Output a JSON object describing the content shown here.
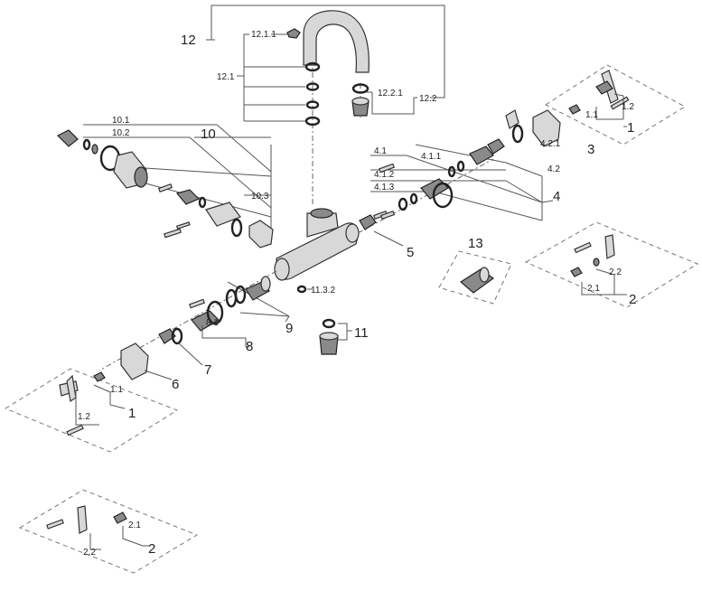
{
  "labels": {
    "l12": "12",
    "l12_1_1": "12.1.1",
    "l12_1": "12.1",
    "l12_2_1": "12.2.1",
    "l12_2": "12.2",
    "l10_1": "10.1",
    "l10_2": "10.2",
    "l10": "10",
    "l10_3": "10.3",
    "l4_1": "4.1",
    "l4_1_1": "4.1.1",
    "l4_1_2": "4.1.2",
    "l4_1_3": "4.1.3",
    "l4_2_1": "4.2.1",
    "l4_2": "4.2",
    "l4": "4",
    "l3": "3",
    "l1_2_tr": "1.2",
    "l1_1_tr": "1.1",
    "l1_tr": "1",
    "l5": "5",
    "l13": "13",
    "l2_2_r": "2.2",
    "l2_1_r": "2.1",
    "l2_r": "2",
    "l11_3_2": "11.3.2",
    "l9": "9",
    "l11": "11",
    "l8_1": "8.1",
    "l8": "8",
    "l7": "7",
    "l6": "6",
    "l1_1_l": "1.1",
    "l1_2_l": "1.2",
    "l1_l": "1",
    "l2_1_b": "2.1",
    "l2_2_b": "2.2",
    "l2_b": "2"
  }
}
